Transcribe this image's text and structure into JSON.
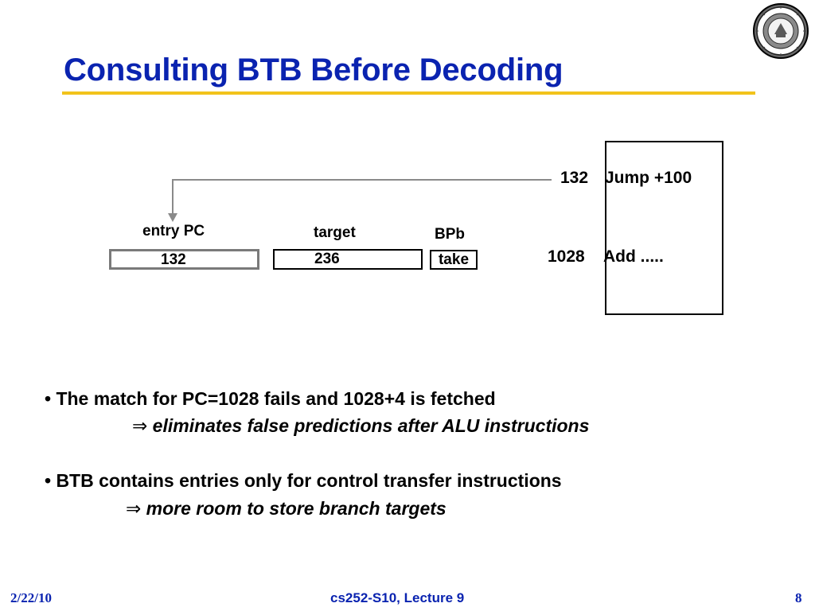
{
  "slide": {
    "title": "Consulting BTB Before Decoding",
    "colors": {
      "title": "#0a23b0",
      "rule": "#f2c31b",
      "footer": "#0a23b0"
    }
  },
  "diagram": {
    "labels": {
      "entry_pc": "entry PC",
      "target": "target",
      "bpb": "BPb"
    },
    "btb_entry": {
      "entry_pc": "132",
      "target": "236",
      "bpb": "take"
    },
    "memory": [
      {
        "address": "132",
        "instruction": "Jump +100"
      },
      {
        "address": "1028",
        "instruction": "Add ....."
      }
    ]
  },
  "bullets": [
    {
      "text": "• The match for PC=1028 fails and 1028+4 is fetched",
      "sub_arrow": "⇒",
      "sub_text": "eliminates false predictions after ALU instructions"
    },
    {
      "text": "• BTB contains entries only for control transfer instructions",
      "sub_arrow": "⇒",
      "sub_text": "more room to store branch targets"
    }
  ],
  "footer": {
    "date": "2/22/10",
    "course": "cs252-S10, Lecture 9",
    "page": "8"
  },
  "icons": {
    "seal": "university-seal-icon",
    "arrow": "implies-arrow-icon"
  }
}
